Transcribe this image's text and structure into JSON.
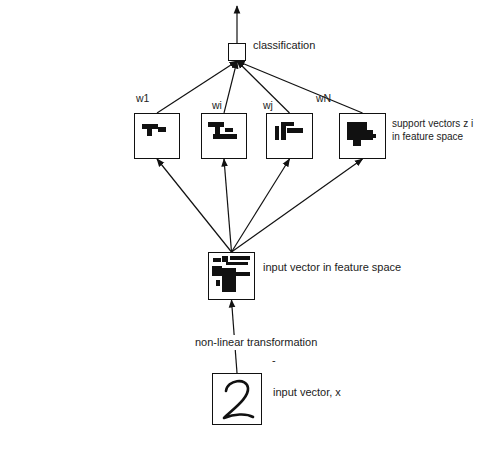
{
  "diagram": {
    "nodes": [
      {
        "text": [
          "classification"
        ]
      },
      {
        "text": []
      },
      {
        "text": []
      },
      {
        "text": []
      },
      {
        "text": [
          "support vectors z i in feature space"
        ]
      },
      {
        "text": [
          "input vector in feature space"
        ]
      },
      {
        "text": [
          "input vector, x"
        ]
      }
    ],
    "edges": [
      {
        "from": 6,
        "to": 5,
        "arrow": "to",
        "label": "non-linear transformation"
      },
      {
        "from": 5,
        "to": 1,
        "arrow": "to"
      },
      {
        "from": 5,
        "to": 2,
        "arrow": "to"
      },
      {
        "from": 5,
        "to": 3,
        "arrow": "to"
      },
      {
        "from": 5,
        "to": 4,
        "arrow": "to"
      },
      {
        "from": 1,
        "to": 0,
        "arrow": "to",
        "label": "w1"
      },
      {
        "from": 2,
        "to": 0,
        "arrow": "to",
        "label": "wi"
      },
      {
        "from": 3,
        "to": 0,
        "arrow": "to",
        "label": "wj"
      },
      {
        "from": 4,
        "to": 0,
        "arrow": "to",
        "label": "wN"
      }
    ],
    "labels": [
      "-"
    ]
  }
}
